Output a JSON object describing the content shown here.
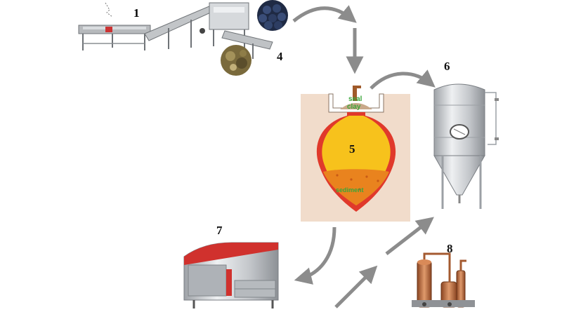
{
  "steps": [
    {
      "number": "1",
      "subject": "destemmer-crusher-conveyor"
    },
    {
      "number": "4",
      "subject": "grape-berries-and-pomace"
    },
    {
      "number": "5",
      "subject": "buried-clay-amphora"
    },
    {
      "number": "6",
      "subject": "conical-steel-fermentation-tank"
    },
    {
      "number": "7",
      "subject": "pneumatic-wine-press"
    },
    {
      "number": "8",
      "subject": "copper-distillation-still"
    }
  ],
  "amphora": {
    "layers": {
      "seal": "seal",
      "clay": "clay",
      "sediment": "sediment"
    }
  },
  "colors": {
    "arrow": "#8c8c8c",
    "soil": "#f1dccb",
    "amphora_fill": "#f7c21c",
    "amphora_rim": "#e0392b",
    "sediment": "#e9831e",
    "label_green": "#3aa63a",
    "steel": "#c9ccd0",
    "copper": "#c06a3b",
    "press_red": "#d0312d"
  }
}
